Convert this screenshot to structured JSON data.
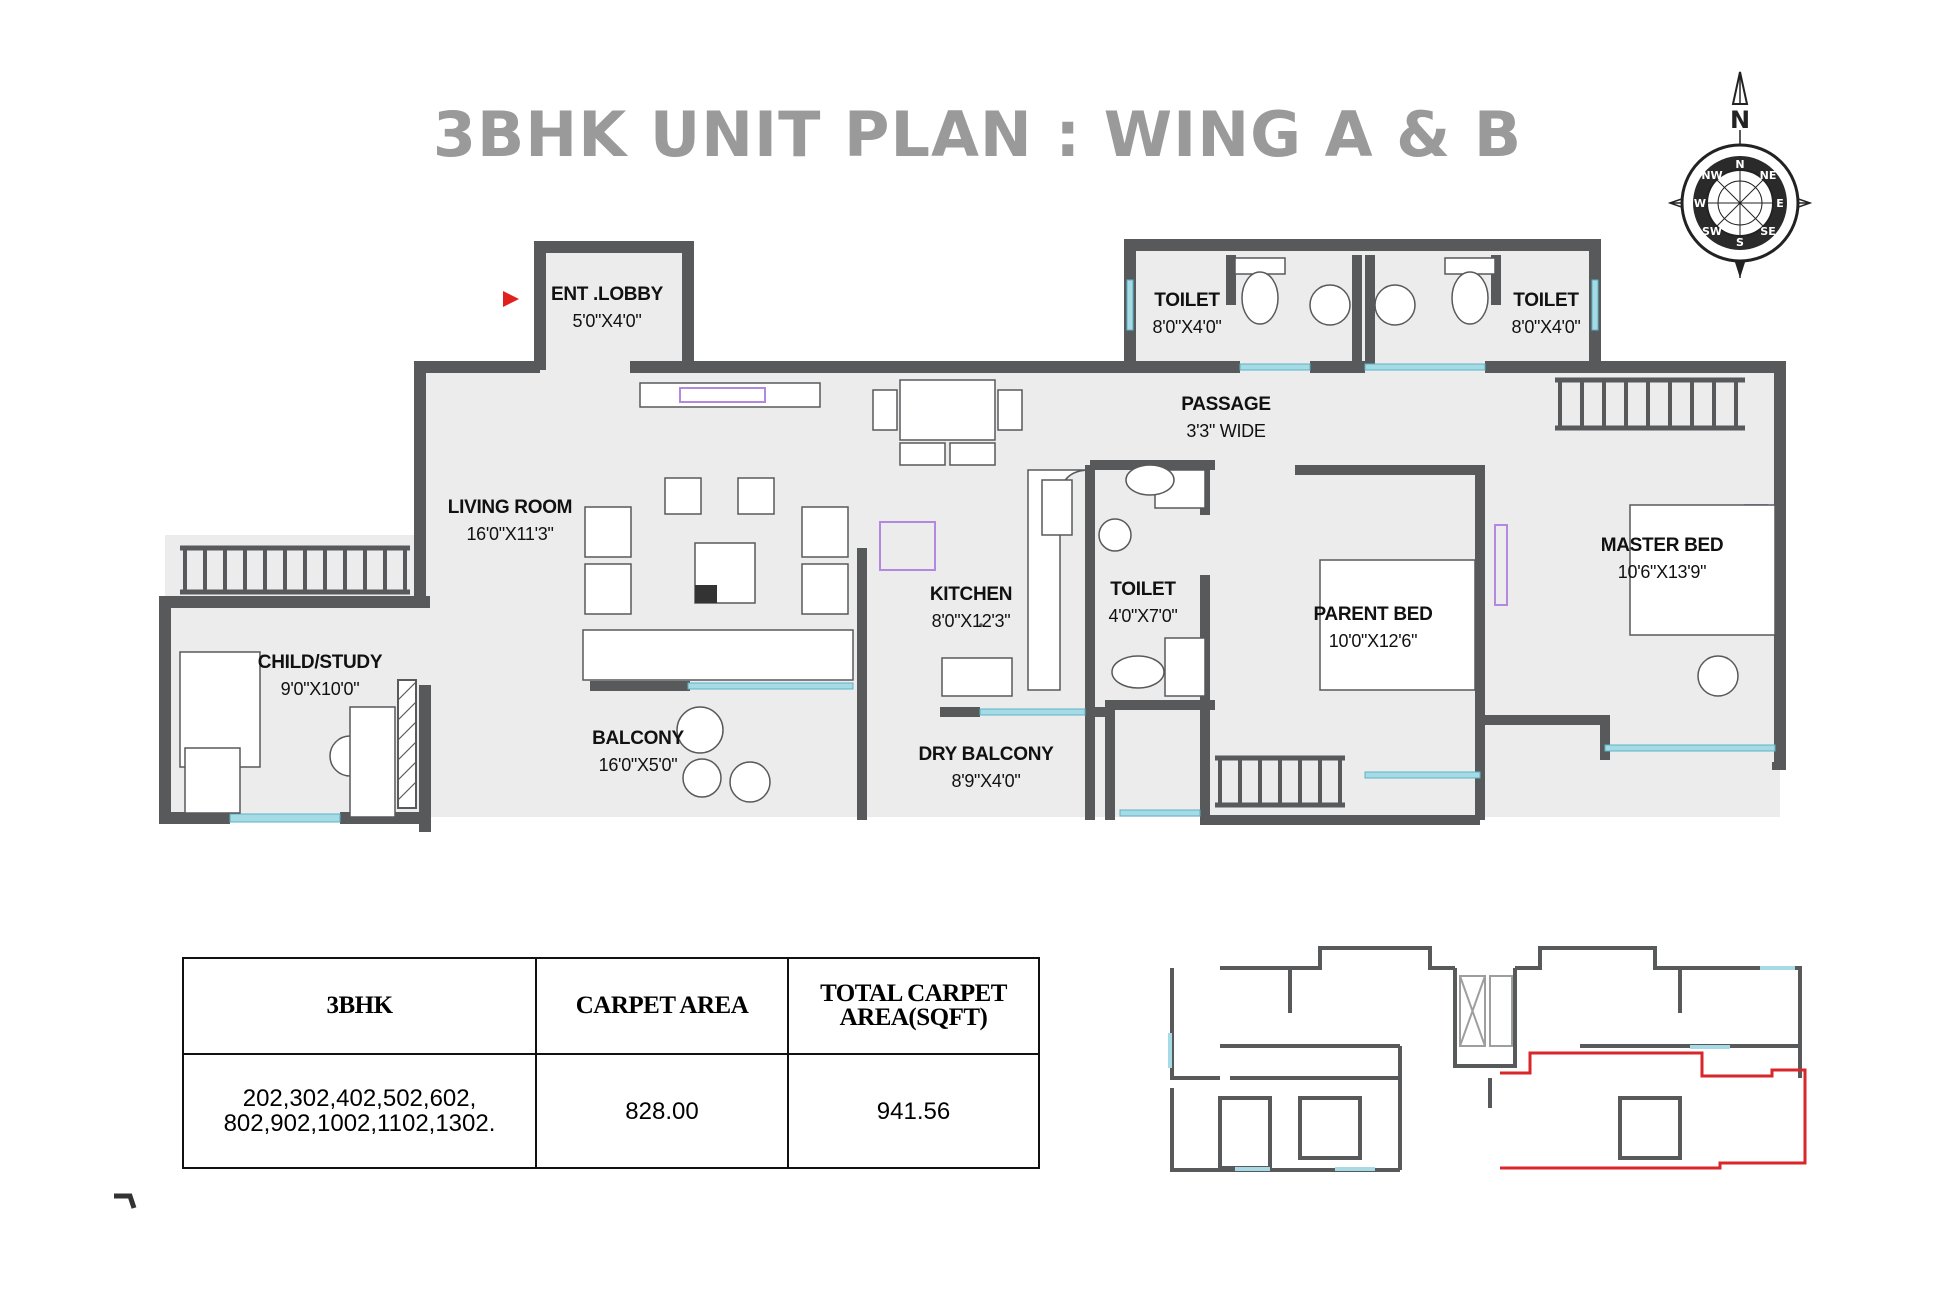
{
  "title": "3BHK UNIT PLAN : WING A & B",
  "compass": {
    "north_letter": "N",
    "rose_labels": [
      "N",
      "NE",
      "E",
      "SE",
      "S",
      "SW",
      "W",
      "NW"
    ]
  },
  "rooms": [
    {
      "name": "ENT .LOBBY",
      "dims": "5'0\"X4'0\""
    },
    {
      "name": "TOILET",
      "dims": "8'0\"X4'0\""
    },
    {
      "name": "TOILET",
      "dims": "8'0\"X4'0\""
    },
    {
      "name": "PASSAGE",
      "dims": "3'3\" WIDE"
    },
    {
      "name": "LIVING ROOM",
      "dims": "16'0\"X11'3\""
    },
    {
      "name": "MASTER BED",
      "dims": "10'6\"X13'9\""
    },
    {
      "name": "KITCHEN",
      "dims": "8'0\"X12'3\""
    },
    {
      "name": "TOILET",
      "dims": "4'0\"X7'0\""
    },
    {
      "name": "PARENT BED",
      "dims": "10'0\"X12'6\""
    },
    {
      "name": "CHILD/STUDY",
      "dims": "9'0\"X10'0\""
    },
    {
      "name": "BALCONY",
      "dims": "16'0\"X5'0\""
    },
    {
      "name": "DRY BALCONY",
      "dims": "8'9\"X4'0\""
    }
  ],
  "table": {
    "headers": [
      "3BHK",
      "CARPET AREA",
      "TOTAL CARPET AREA(SQFT)"
    ],
    "rows": [
      {
        "units_line1": "202,302,402,502,602,",
        "units_line2": "802,902,1002,1102,1302.",
        "carpet_area": "828.00",
        "total_carpet_area": "941.56"
      }
    ]
  },
  "colors": {
    "wall": "#58595b",
    "floor": "#ececec",
    "title": "#9a9a9a",
    "furniture_accent": "#b388e0",
    "window": "#a6dbe6",
    "key_plan_highlight": "#d9262b",
    "entry_arrow": "#e0211d"
  },
  "icons": [
    "compass-rose-icon",
    "entry-arrow-icon"
  ]
}
